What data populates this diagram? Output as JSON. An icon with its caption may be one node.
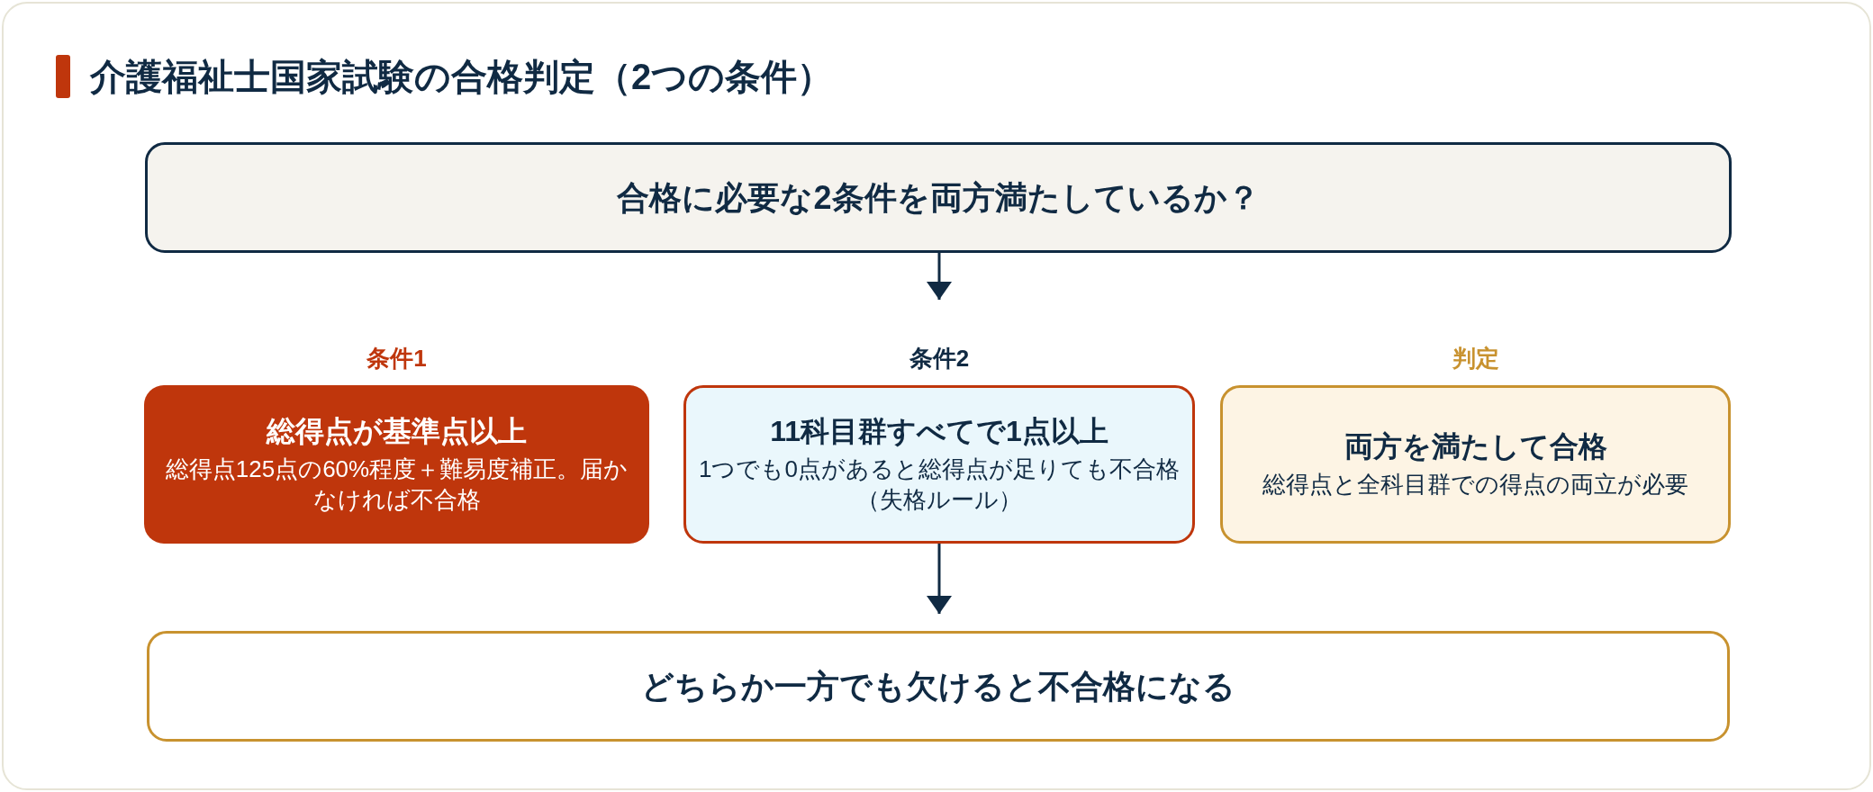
{
  "diagram": {
    "title": "介護福祉士国家試験の合格判定（2つの条件）",
    "nodes": [
      {
        "text": [
          "合格に必要な2条件を両方満たしているか？"
        ]
      },
      {
        "text": [
          "条件1",
          "総得点が基準点以上",
          "総得点125点の60%程度＋難易度補正。届かなければ不合格"
        ]
      },
      {
        "text": [
          "条件2",
          "11科目群すべてで1点以上",
          "1つでも0点があると総得点が足りても不合格（失格ルール）"
        ]
      },
      {
        "text": [
          "判定",
          "両方を満たして合格",
          "総得点と全科目群での得点の両立が必要"
        ]
      },
      {
        "text": [
          "どちらか一方でも欠けると不合格になる"
        ]
      }
    ],
    "edges": [
      {
        "from": 0,
        "to": 2,
        "arrow": "to"
      },
      {
        "from": 2,
        "to": 4,
        "arrow": "to"
      }
    ]
  }
}
